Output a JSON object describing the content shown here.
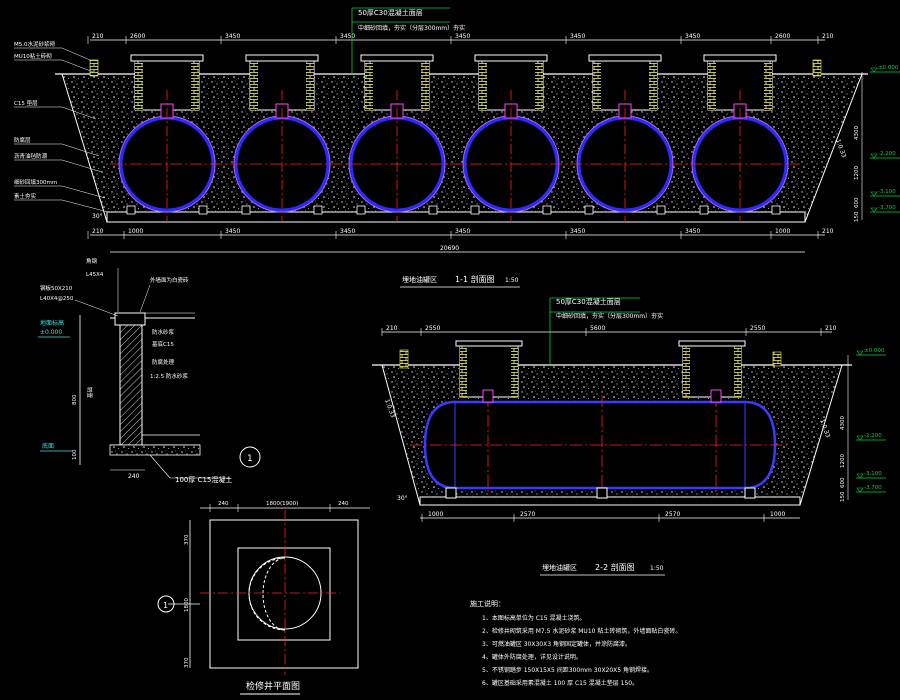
{
  "colors": {
    "background": "#000000",
    "line_white": "#ffffff",
    "tank": "#2b2bff",
    "tank_outline": "#b066ff",
    "centerline": "#ff2020",
    "brick": "#ffff66",
    "dim_green": "#00d040",
    "dim_cyan": "#40e0e0",
    "fitting": "#ff40ff"
  },
  "view1": {
    "dims_top": [
      "210",
      "2600",
      "3450",
      "3450",
      "3450",
      "3450",
      "3450",
      "2600",
      "210"
    ],
    "dims_bottom": [
      "210",
      "1000",
      "3450",
      "3450",
      "3450",
      "3450",
      "3450",
      "1000",
      "210"
    ],
    "total_dim": "20690",
    "note_top_line1": "50厚C30混凝土面层",
    "note_top_line2": "中细砂回填，夯实（分层300mm）夯实",
    "left_notes": [
      "M5.0水泥砂浆砌",
      "MU10粘土砖砌",
      "C15 垫层",
      "防腐层",
      "沥青油毡防潮",
      "细砂回填300mm",
      "素土夯实"
    ],
    "right_levels": [
      "±0.000",
      "-2.200",
      "-3.100",
      "-3.700"
    ],
    "right_dims": [
      "4300",
      "1200",
      "600",
      "150"
    ],
    "slope_label": "1:0.33",
    "angle_label": "30°"
  },
  "section11": {
    "title": "1-1 剖面图",
    "scale": "1:50",
    "prefix": "埋地油罐区"
  },
  "view2": {
    "dims_top": [
      "210",
      "2550",
      "5600",
      "2550",
      "210"
    ],
    "dims_bottom": [
      "1000",
      "2570",
      "2570",
      "1000"
    ],
    "note_top_line1": "50厚C30混凝土面层",
    "note_top_line2": "中细砂回填，夯实（分层300mm）夯实",
    "right_levels": [
      "±0.000",
      "-2.200",
      "-3.100",
      "-3.700"
    ],
    "right_dims": [
      "4300",
      "1200",
      "600",
      "150"
    ],
    "slope_label": "1:0.33",
    "angle_label": "30°"
  },
  "section22": {
    "title": "2-2 剖面图",
    "scale": "1:50",
    "prefix": "埋地油罐区"
  },
  "detail1": {
    "callout": "1",
    "labels": [
      "角钢",
      "L45X4",
      "钢板50X210",
      "L40X4@250",
      "外墙面为白瓷砖",
      "防水砂浆",
      "基底C15",
      "防腐处理",
      "1:2.5 防水砂浆"
    ],
    "level": "±0.000",
    "level_tag": "地面标高",
    "vertical_dims": [
      "800",
      "基础",
      "100"
    ],
    "bottom_label": "100厚 C15混凝土",
    "bottom_dim": "240",
    "left_tag": "底面"
  },
  "plan": {
    "title": "检修井平面图",
    "dims_top": [
      "240",
      "1800(1900)",
      "240"
    ],
    "dims_left": [
      "370",
      "1800",
      "370"
    ],
    "callout": "1"
  },
  "notes": {
    "heading": "施工说明：",
    "items": [
      "1、本图标高单位为    C15 混凝土浇筑。",
      "2、检修井砌筑采用      M7.5 水泥砂浆      MU10 粘土砖砌筑，外墙面贴白瓷砖。",
      "3、可燃油罐区      30X30X3 角钢固定罐体，并涂防腐漆。",
      "4、罐体外防腐处理，详见设计说明。",
      "5、不锈钢踏步      150X15X5 间距300mm      30X20X5 角钢焊接。",
      "6、罐区基础采用素混凝土       100 厚 C15 混凝土垫层      150。"
    ]
  }
}
